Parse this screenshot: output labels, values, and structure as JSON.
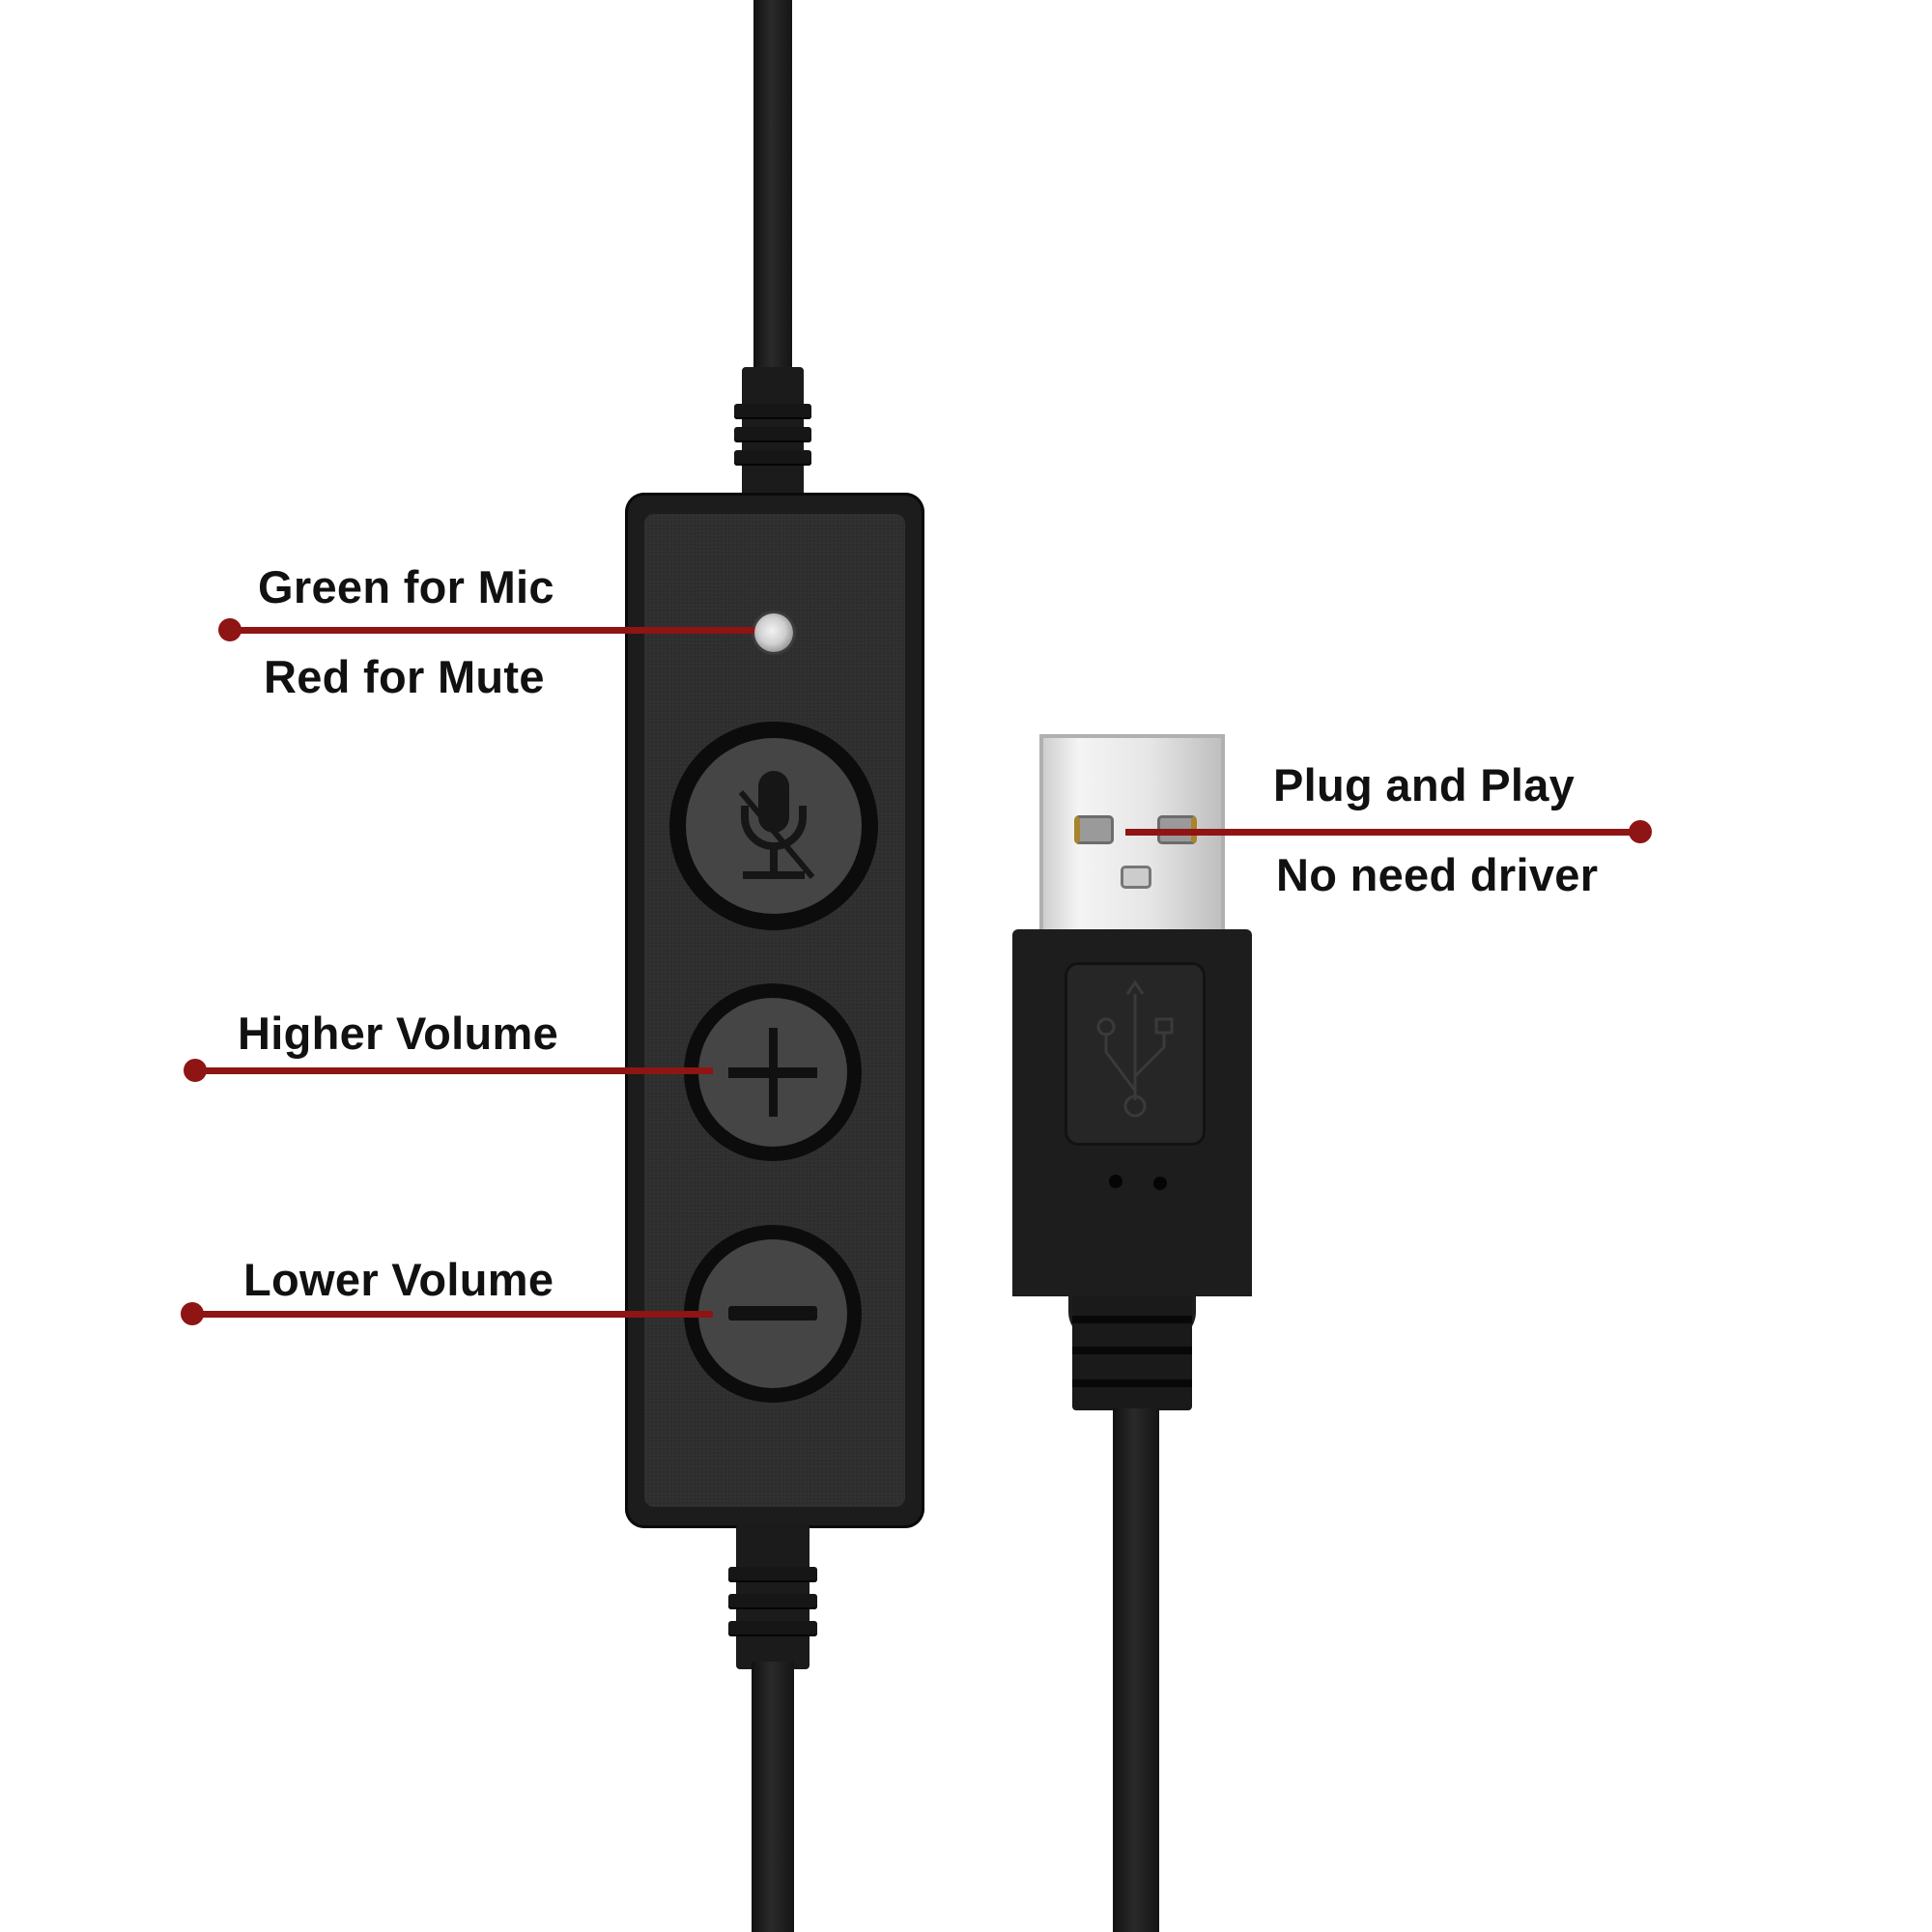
{
  "diagram": {
    "type": "product-callout",
    "subject": "USB headset inline controller and USB-A plug",
    "colors": {
      "background": "#ffffff",
      "callout_line": "#8f1414",
      "label_text": "#111111",
      "controller_body": "#1c1c1c",
      "button_face": "#454545"
    }
  },
  "callouts": {
    "led": {
      "line1": "Green for Mic",
      "line2": "Red for Mute",
      "target": "status-led"
    },
    "volume_up": {
      "label": "Higher Volume",
      "target": "plus-button"
    },
    "volume_down": {
      "label": "Lower Volume",
      "target": "minus-button"
    },
    "usb": {
      "line1": "Plug and Play",
      "line2": "No need driver",
      "target": "usb-plug"
    }
  },
  "controller": {
    "buttons": [
      {
        "name": "mic-mute",
        "icon": "mic-mute-icon"
      },
      {
        "name": "volume-up",
        "icon": "plus-icon"
      },
      {
        "name": "volume-down",
        "icon": "minus-icon"
      }
    ]
  }
}
